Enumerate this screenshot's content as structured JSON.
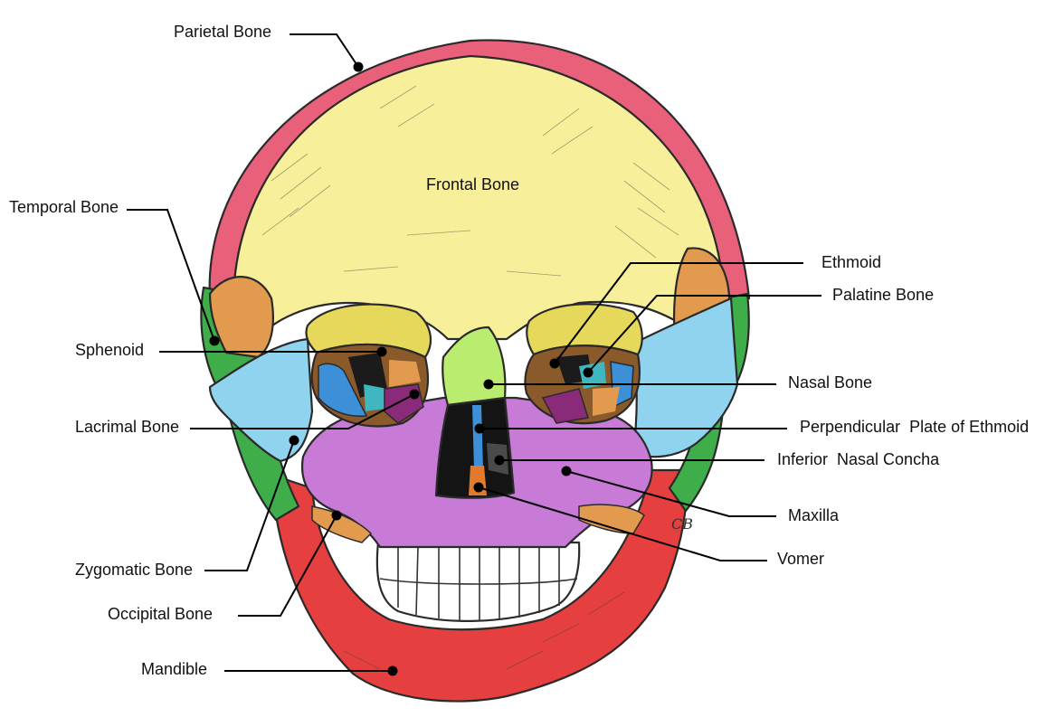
{
  "labels": {
    "parietal": "Parietal Bone",
    "frontal": "Frontal Bone",
    "temporal": "Temporal Bone",
    "sphenoid": "Sphenoid",
    "lacrimal": "Lacrimal Bone",
    "zygomatic": "Zygomatic Bone",
    "occipital": "Occipital Bone",
    "mandible": "Mandible",
    "ethmoid": "Ethmoid",
    "palatine": "Palatine Bone",
    "nasal": "Nasal Bone",
    "perpendicular_plate": "Perpendicular  Plate of Ethmoid",
    "inferior_concha": "Inferior  Nasal Concha",
    "maxilla": "Maxilla",
    "vomer": "Vomer"
  },
  "signature": "CB",
  "colors": {
    "parietal": "#e8607a",
    "frontal": "#f8ef9a",
    "temporal": "#3fae4a",
    "sphenoid": "#e29b4e",
    "zygomatic": "#8fd3ef",
    "maxilla": "#c77ad6",
    "mandible": "#e5403f",
    "nasal": "#b9ec6f",
    "ethmoid": "#8b5a2b",
    "palatine": "#3d8fd8",
    "lacrimal": "#8a2b7a",
    "vomer": "#e27a2c",
    "teeth": "#ffffff"
  }
}
